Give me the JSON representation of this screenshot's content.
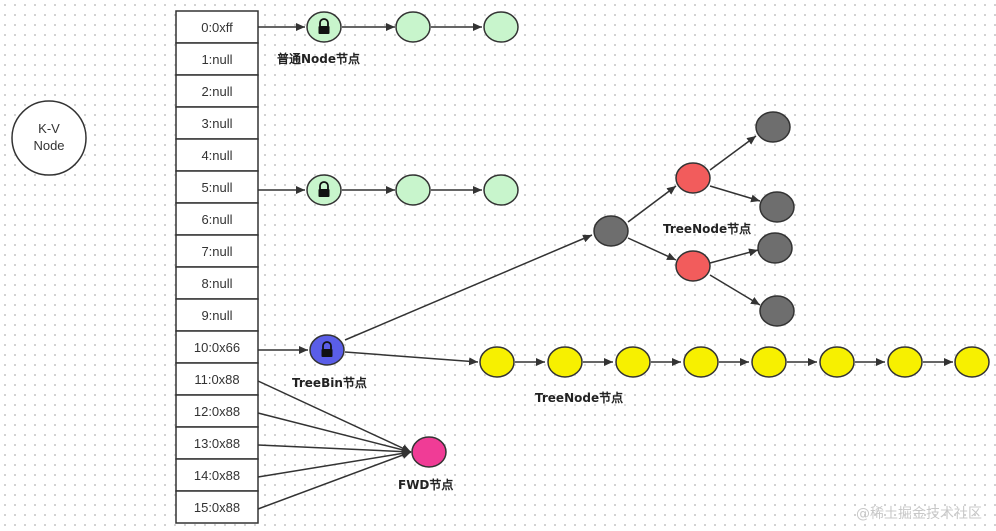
{
  "kv_node": {
    "line1": "K-V",
    "line2": "Node"
  },
  "table_slots": [
    "0:0xff",
    "1:null",
    "2:null",
    "3:null",
    "4:null",
    "5:null",
    "6:null",
    "7:null",
    "8:null",
    "9:null",
    "10:0x66",
    "11:0x88",
    "12:0x88",
    "13:0x88",
    "14:0x88",
    "15:0x88"
  ],
  "labels": {
    "normal_node": "普通Node节点",
    "treebin_node": "TreeBin节点",
    "treenode_tree": "TreeNode节点",
    "treenode_list": "TreeNode节点",
    "fwd_node": "FWD节点"
  },
  "colors": {
    "normal": "#c8f5cc",
    "treebin": "#5a5ee8",
    "tree_root": "#6e6e6e",
    "tree_red": "#f25c5c",
    "tree_leaf": "#6e6e6e",
    "list_node": "#f7f000",
    "fwd": "#f03c96"
  },
  "watermark": "@稀土掘金技术社区"
}
